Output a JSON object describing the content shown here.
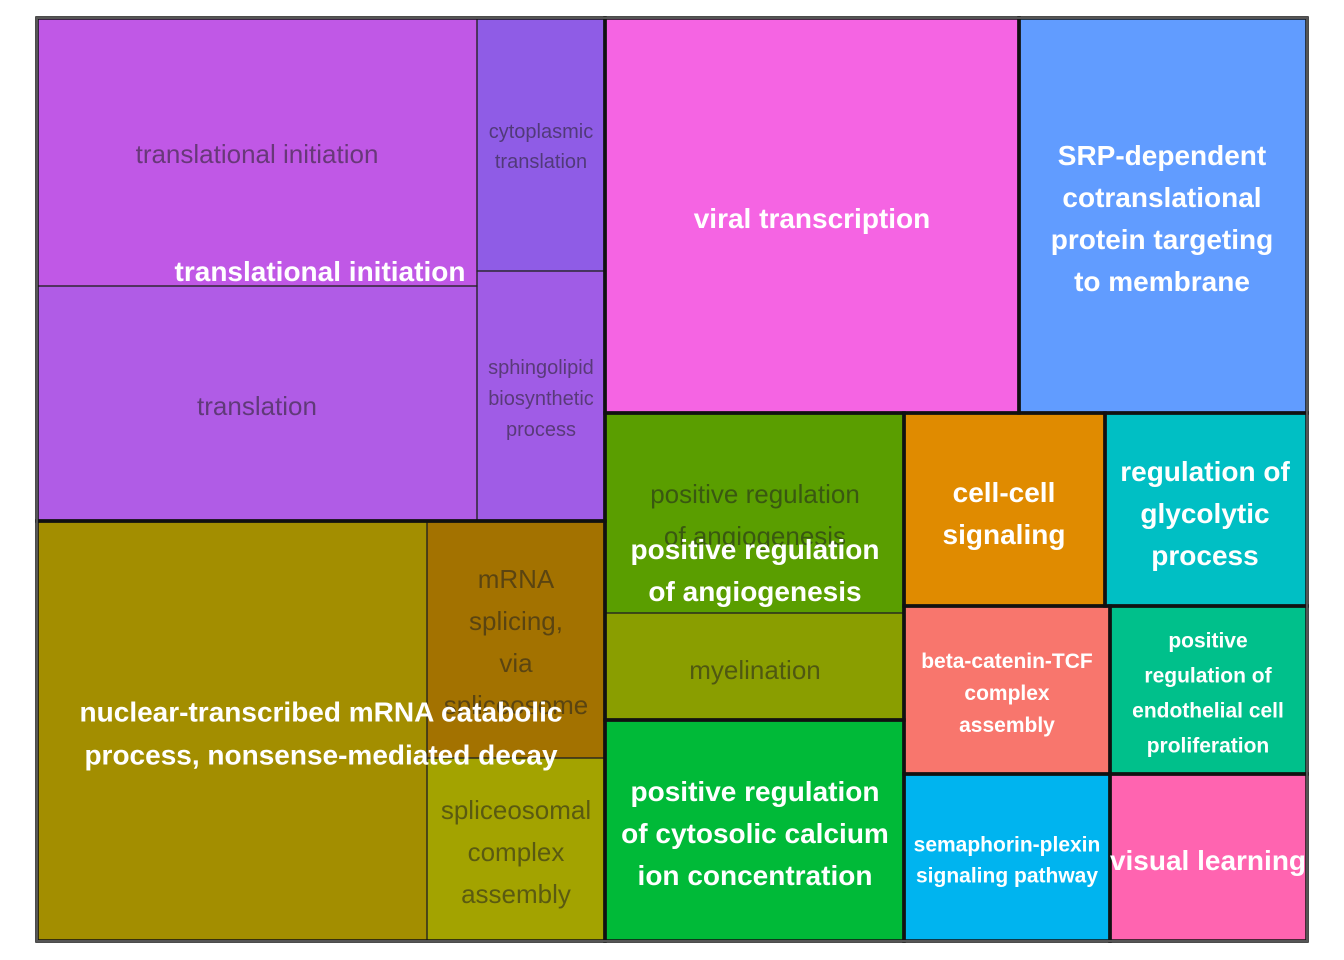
{
  "chart_data": {
    "type": "treemap",
    "groups": [
      {
        "label": "translational initiation",
        "color": "#B35BE6",
        "subgroups": [
          {
            "label": "translational initiation",
            "color": "#C058E6"
          },
          {
            "label": "translation",
            "color": "#B05CE6"
          },
          {
            "label": "cytoplasmic translation",
            "color": "#8F5CE6"
          },
          {
            "label": "sphingolipid biosynthetic process",
            "color": "#A05CE6"
          }
        ]
      },
      {
        "label": "nuclear-transcribed mRNA catabolic process, nonsense-mediated decay",
        "color": "#A38E00",
        "subgroups": [
          {
            "label": "nuclear-transcribed mRNA catabolic process, nonsense-mediated decay",
            "color": "#A38E00"
          },
          {
            "label": "mRNA splicing, via spliceosome",
            "color": "#A37200"
          },
          {
            "label": "spliceosomal complex assembly",
            "color": "#A3A300"
          }
        ]
      },
      {
        "label": "viral transcription",
        "color": "#F564E3",
        "subgroups": []
      },
      {
        "label": "SRP-dependent cotranslational protein targeting to membrane",
        "color": "#619CFF",
        "subgroups": []
      },
      {
        "label": "positive regulation of angiogenesis",
        "color": "#5A9E00",
        "subgroups": [
          {
            "label": "positive regulation of angiogenesis",
            "color": "#5A9E00"
          },
          {
            "label": "myelination",
            "color": "#8A9E00"
          }
        ]
      },
      {
        "label": "positive regulation of cytosolic calcium ion concentration",
        "color": "#00BA38",
        "subgroups": []
      },
      {
        "label": "cell-cell signaling",
        "color": "#E08B00",
        "subgroups": []
      },
      {
        "label": "regulation of glycolytic process",
        "color": "#00BFC4",
        "subgroups": []
      },
      {
        "label": "beta-catenin-TCF complex assembly",
        "color": "#F8766D",
        "subgroups": []
      },
      {
        "label": "positive regulation of endothelial cell proliferation",
        "color": "#00C08B",
        "subgroups": []
      },
      {
        "label": "semaphorin-plexin signaling pathway",
        "color": "#00B4EF",
        "subgroups": []
      },
      {
        "label": "visual learning",
        "color": "#FF64B0",
        "subgroups": []
      }
    ]
  }
}
